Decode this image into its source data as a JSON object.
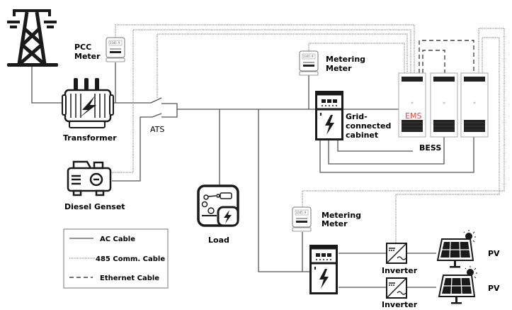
{
  "labels": {
    "pcc_meter": [
      "PCC",
      "Meter"
    ],
    "transformer": "Transformer",
    "ats": "ATS",
    "diesel_genset": "Diesel Genset",
    "load": "Load",
    "metering_meter_top": [
      "Metering",
      "Meter"
    ],
    "metering_meter_bottom": [
      "Metering",
      "Meter"
    ],
    "grid_cabinet": [
      "Grid-",
      "connected",
      "cabinet"
    ],
    "ems": "EMS",
    "bess": "BESS",
    "inverter_1": "Inverter",
    "inverter_2": "Inverter",
    "pv_1": "PV",
    "pv_2": "PV",
    "meter_display": "2345.9"
  },
  "legend": {
    "ac": "AC Cable",
    "comm485": "485 Comm. Cable",
    "ethernet": "Ethernet Cable"
  },
  "colors": {
    "ems_label": "#e8453c",
    "ac_line": "#555555",
    "comm_line": "#777777"
  }
}
